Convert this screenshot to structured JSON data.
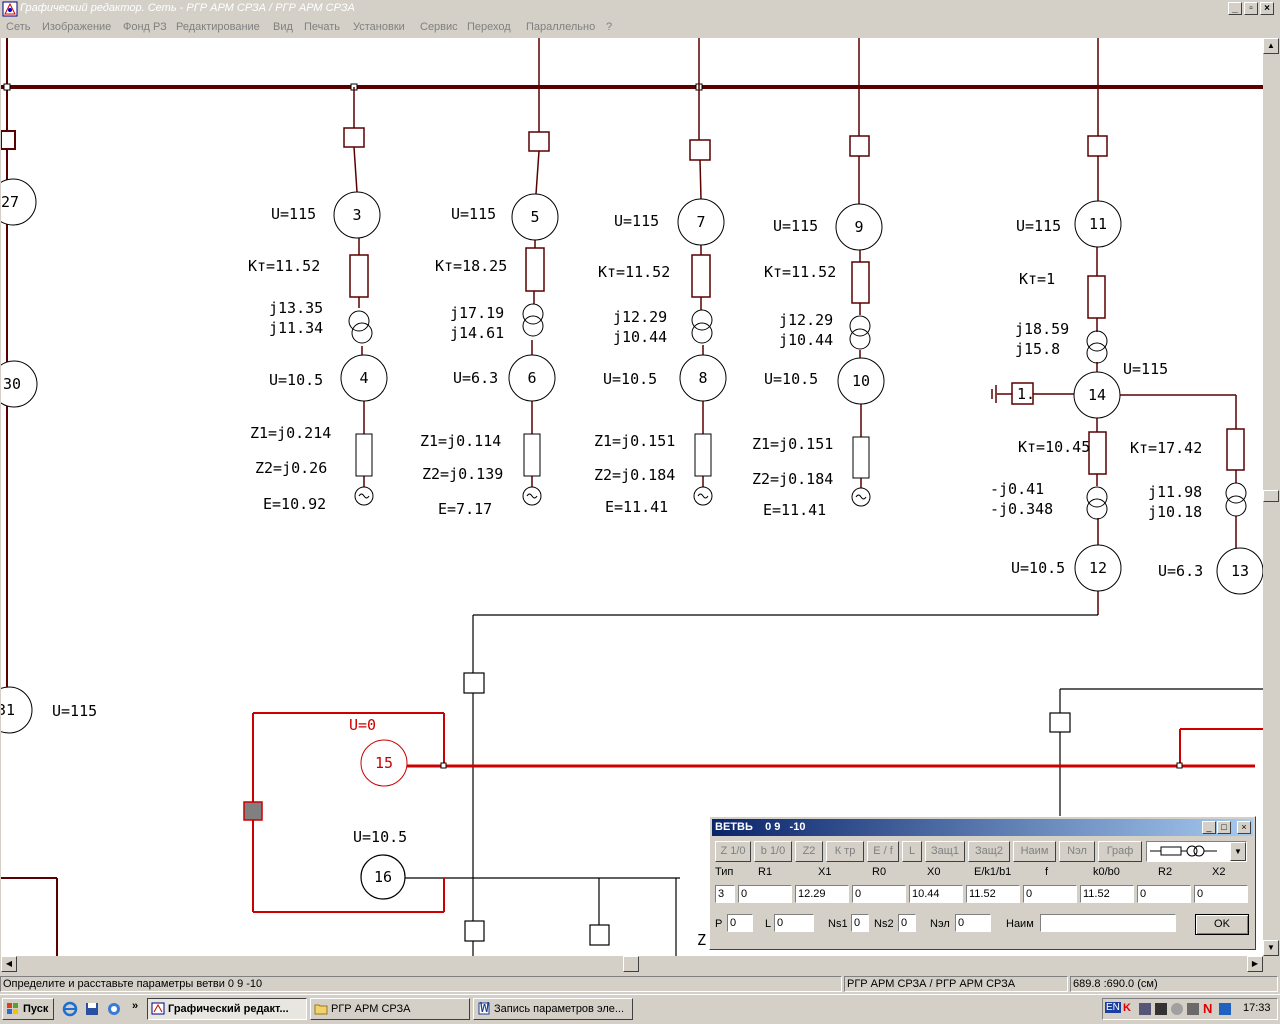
{
  "window": {
    "title": "Графический редактор. Сеть - РГР АРМ СРЗА / РГР АРМ СРЗА"
  },
  "menu": [
    "Сеть",
    "Изображение",
    "Фонд РЗ",
    "Редактирование",
    "Вид",
    "Печать",
    "Установки",
    "Сервис",
    "Переход",
    "Параллельно",
    "?"
  ],
  "schematic": {
    "labels": {
      "u_115": "U=115",
      "u_10_5": "U=10.5",
      "u_6_3": "U=6.3",
      "u_0": "U=0",
      "kt_11_52": "Кт=11.52",
      "kt_18_25": "Кт=18.25",
      "kt_1": "Кт=1",
      "kt_10_45": "Кт=10.45",
      "kt_17_42": "Кт=17.42",
      "x_j13_35": "j13.35",
      "x_j11_34": "j11.34",
      "x_j17_19": "j17.19",
      "x_j14_61": "j14.61",
      "x_j12_29": "j12.29",
      "x_j10_44": "j10.44",
      "x_j18_59": "j18.59",
      "x_j15_8": "j15.8",
      "x_mj0_41": "-j0.41",
      "x_mj0_348": "-j0.348",
      "x_j11_98": "j11.98",
      "x_j10_18": "j10.18",
      "z1_214": "Z1=j0.214",
      "z2_26": "Z2=j0.26",
      "e_10_92": "E=10.92",
      "z1_114": "Z1=j0.114",
      "z2_139": "Z2=j0.139",
      "e_7_17": "E=7.17",
      "z1_151": "Z1=j0.151",
      "z2_184": "Z2=j0.184",
      "e_11_41": "E=11.41",
      "z_partial": "Z",
      "one_dot": "1."
    },
    "nodes": {
      "n3": "3",
      "n4": "4",
      "n5": "5",
      "n6": "6",
      "n7": "7",
      "n8": "8",
      "n9": "9",
      "n10": "10",
      "n11": "11",
      "n12": "12",
      "n13": "13",
      "n14": "14",
      "n15": "15",
      "n16": "16",
      "n27": "27",
      "n30": "30",
      "n31": "31"
    }
  },
  "dialog": {
    "title": "ВЕТВЬ    0 9   -10",
    "toolbar": [
      "Z 1/0",
      "b 1/0",
      "Z2",
      "К тр",
      "E / f",
      "L",
      "Защ1",
      "Защ2",
      "Наим",
      "Nэл",
      "Граф"
    ],
    "headers": [
      "Тип",
      "R1",
      "X1",
      "R0",
      "X0",
      "E/k1/b1",
      "f",
      "k0/b0",
      "R2",
      "X2"
    ],
    "values": [
      "3",
      "0",
      "12.29",
      "0",
      "10.44",
      "11.52",
      "0",
      "11.52",
      "0",
      "0"
    ],
    "p_label": "P",
    "p_value": "0",
    "l_label": "L",
    "l_value": "0",
    "ns1_label": "Ns1",
    "ns1_value": "0",
    "ns2_label": "Ns2",
    "ns2_value": "0",
    "nel_label": "Nэл",
    "nel_value": "0",
    "name_label": "Наим",
    "name_value": "",
    "ok_label": "OK",
    "type_icon": "transformer-symbol-icon"
  },
  "status": {
    "message": "Определите и расставьте параметры ветви  0 9    -10",
    "project": "РГР АРМ СРЗА / РГР АРМ СРЗА",
    "coords": "689.8  :690.0  (см)"
  },
  "taskbar": {
    "start": "Пуск",
    "chevron": "»",
    "tasks": [
      "Графический редакт...",
      "РГР АРМ СРЗА",
      "Запись параметров эле..."
    ],
    "lang": "EN",
    "clock": "17:33"
  },
  "colors": {
    "line": "#5a0000",
    "selected": "#cc0000",
    "titlebar": "#0a246a"
  }
}
